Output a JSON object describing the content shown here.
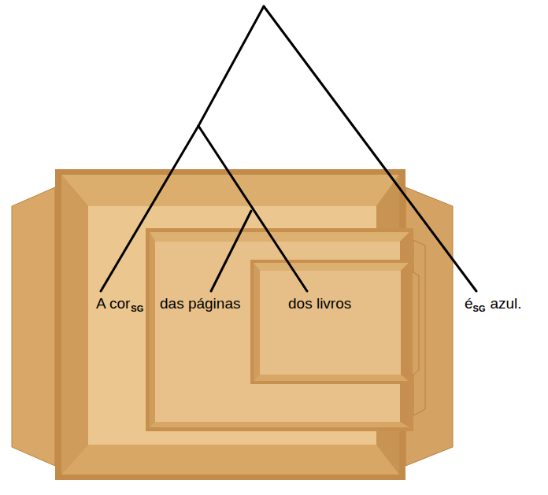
{
  "diagram": {
    "nodes": [
      {
        "text": [
          "A cor",
          "SG"
        ]
      },
      {
        "text": [
          "das páginas"
        ],
        "in": 0
      },
      {
        "text": [
          "dos livros"
        ],
        "in": 1
      }
    ],
    "labels": [
      "é",
      "SG",
      "azul."
    ]
  }
}
